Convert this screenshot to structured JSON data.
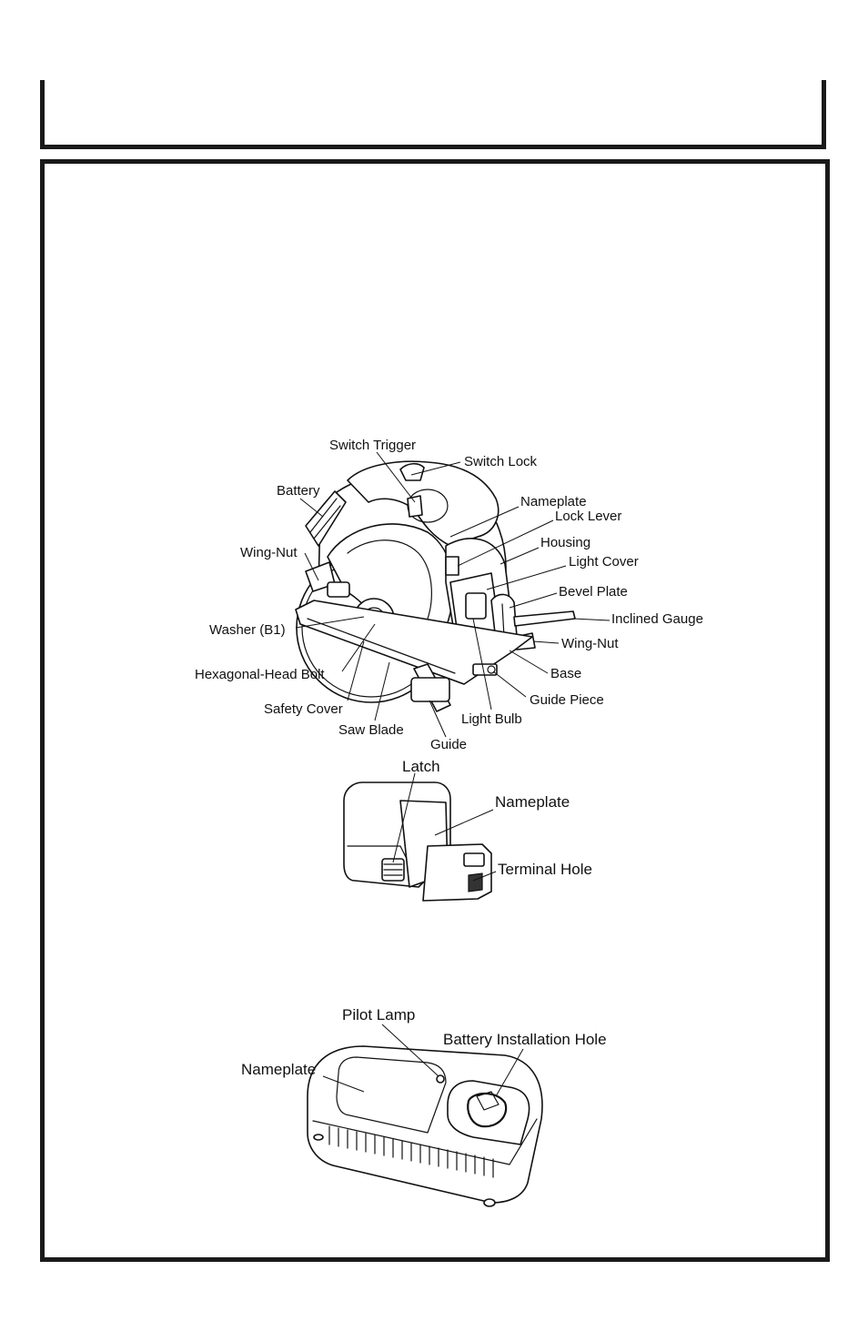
{
  "saw": {
    "switch_trigger": "Switch Trigger",
    "switch_lock": "Switch Lock",
    "battery": "Battery",
    "nameplate": "Nameplate",
    "lock_lever": "Lock Lever",
    "housing": "Housing",
    "wing_nut_left": "Wing-Nut",
    "light_cover": "Light Cover",
    "bevel_plate": "Bevel Plate",
    "washer": "Washer (B1)",
    "inclined_gauge": "Inclined Gauge",
    "wing_nut_right": "Wing-Nut",
    "hex_bolt": "Hexagonal-Head Bolt",
    "base": "Base",
    "safety_cover": "Safety Cover",
    "guide_piece": "Guide Piece",
    "saw_blade": "Saw Blade",
    "light_bulb": "Light Bulb",
    "guide": "Guide"
  },
  "battery_pack": {
    "latch": "Latch",
    "nameplate": "Nameplate",
    "terminal_hole": "Terminal Hole"
  },
  "charger": {
    "pilot_lamp": "Pilot Lamp",
    "installation_hole": "Battery Installation Hole",
    "nameplate": "Nameplate"
  }
}
